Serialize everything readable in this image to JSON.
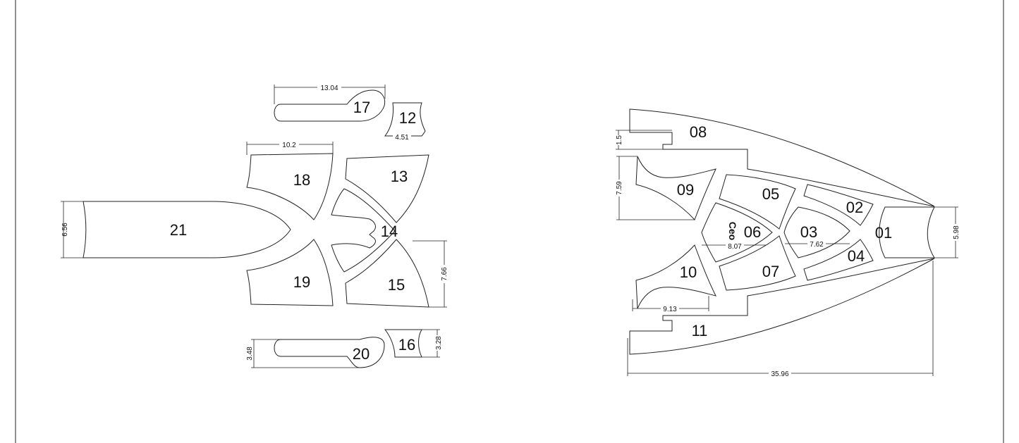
{
  "pieces": {
    "p01": "01",
    "p02": "02",
    "p03": "03",
    "p04": "04",
    "p05": "05",
    "p06": "06",
    "p07": "07",
    "p08": "08",
    "p09": "09",
    "p10": "10",
    "p11": "11",
    "p12": "12",
    "p13": "13",
    "p14": "14",
    "p15": "15",
    "p16": "16",
    "p17": "17",
    "p18": "18",
    "p19": "19",
    "p20": "20",
    "p21": "21"
  },
  "dimensions": {
    "d17": "13.04",
    "d12": "4.51",
    "d18": "10.2",
    "d21": "6.56",
    "d15": "7.66",
    "d16": "3.28",
    "d20": "3.48",
    "d08": "1.5",
    "d09": "7.59",
    "d06": "8.07",
    "d03": "7.62",
    "d01": "5.98",
    "d10": "9.13",
    "d_total": "35.96"
  },
  "logo_text": "Ceo"
}
